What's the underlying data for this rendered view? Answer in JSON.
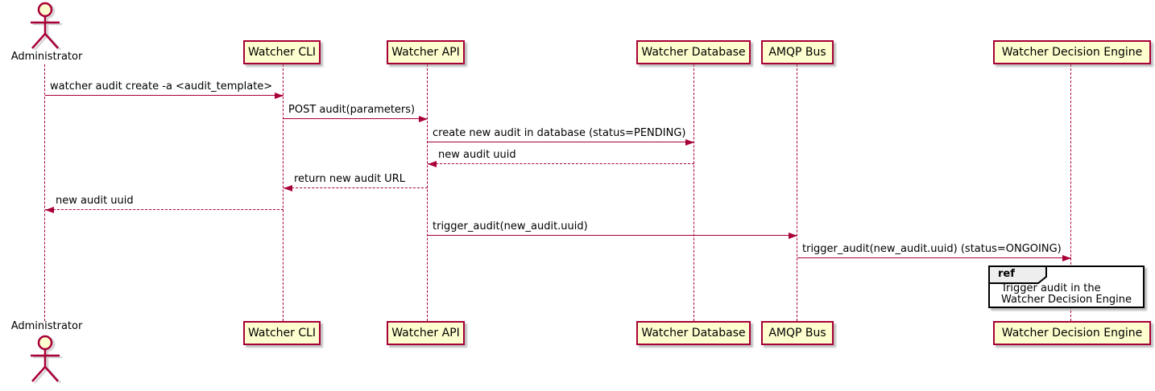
{
  "diagram_type": "sequence",
  "colors": {
    "participant_fill": "#FEFECE",
    "line_color": "#A80036",
    "text_color": "#000000",
    "ref_tab_fill": "#EEEEEE",
    "ref_border": "#000000",
    "background": "#FFFFFF"
  },
  "actor": {
    "label": "Administrator"
  },
  "participants": [
    {
      "label": "Watcher CLI"
    },
    {
      "label": "Watcher API"
    },
    {
      "label": "Watcher Database"
    },
    {
      "label": "AMQP Bus"
    },
    {
      "label": "Watcher Decision Engine"
    }
  ],
  "messages": [
    {
      "from": "Administrator",
      "to": "Watcher CLI",
      "label": "watcher audit create -a <audit_template>",
      "line": "solid",
      "direction": "right"
    },
    {
      "from": "Watcher CLI",
      "to": "Watcher API",
      "label": "POST audit(parameters)",
      "line": "solid",
      "direction": "right"
    },
    {
      "from": "Watcher API",
      "to": "Watcher Database",
      "label": "create new audit in database (status=PENDING)",
      "line": "solid",
      "direction": "right"
    },
    {
      "from": "Watcher Database",
      "to": "Watcher API",
      "label": "new audit uuid",
      "line": "dashed",
      "direction": "left"
    },
    {
      "from": "Watcher API",
      "to": "Watcher CLI",
      "label": "return new audit URL",
      "line": "dashed",
      "direction": "left"
    },
    {
      "from": "Watcher CLI",
      "to": "Administrator",
      "label": "new audit uuid",
      "line": "dashed",
      "direction": "left"
    },
    {
      "from": "Watcher API",
      "to": "AMQP Bus",
      "label": "trigger_audit(new_audit.uuid)",
      "line": "solid",
      "direction": "right"
    },
    {
      "from": "AMQP Bus",
      "to": "Watcher Decision Engine",
      "label": "trigger_audit(new_audit.uuid) (status=ONGOING)",
      "line": "solid",
      "direction": "right"
    }
  ],
  "ref_fragment": {
    "keyword": "ref",
    "lines": {
      "0": "Trigger audit in the",
      "1": "Watcher Decision Engine"
    },
    "over": "Watcher Decision Engine"
  }
}
